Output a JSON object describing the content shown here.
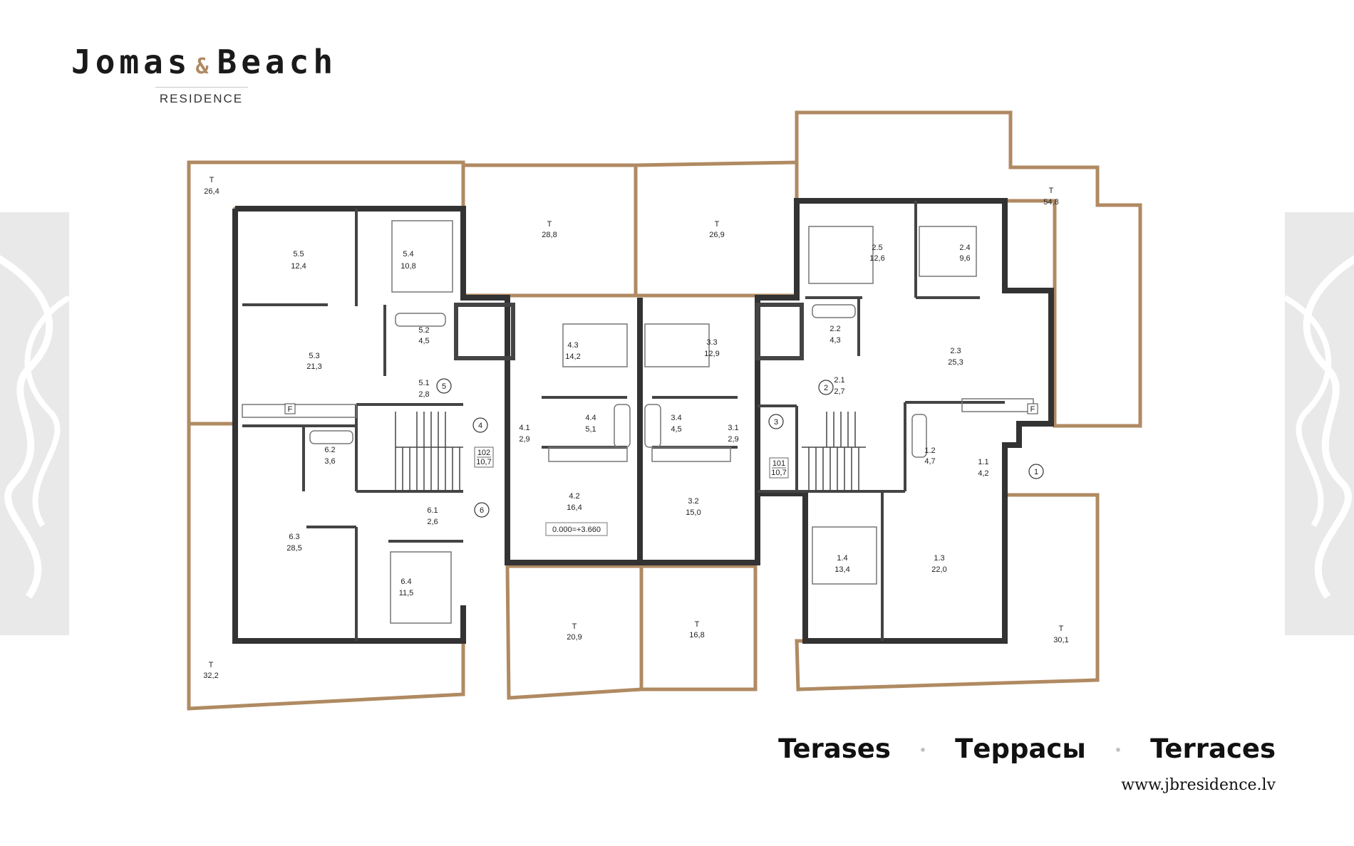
{
  "brand": {
    "name_left": "Jomas",
    "amp": "&",
    "name_right": "Beach",
    "sub": "RESIDENCE"
  },
  "colors": {
    "terrace_outline": "#b08a62",
    "wall": "#333333",
    "ornament": "#e9e9e9"
  },
  "terraces": [
    {
      "label": "T",
      "area": "26,4"
    },
    {
      "label": "T",
      "area": "28,8"
    },
    {
      "label": "T",
      "area": "26,9"
    },
    {
      "label": "T",
      "area": "54,8"
    },
    {
      "label": "T",
      "area": "32,2"
    },
    {
      "label": "T",
      "area": "20,9"
    },
    {
      "label": "T",
      "area": "16,8"
    },
    {
      "label": "T",
      "area": "30,1"
    }
  ],
  "rooms": [
    {
      "id": "5.5",
      "area": "12,4"
    },
    {
      "id": "5.4",
      "area": "10,8"
    },
    {
      "id": "5.3",
      "area": "21,3"
    },
    {
      "id": "5.2",
      "area": "4,5"
    },
    {
      "id": "5.1",
      "area": "2,8"
    },
    {
      "id": "6.2",
      "area": "3,6"
    },
    {
      "id": "6.1",
      "area": "2,6"
    },
    {
      "id": "6.3",
      "area": "28,5"
    },
    {
      "id": "6.4",
      "area": "11,5"
    },
    {
      "id": "4.3",
      "area": "14,2"
    },
    {
      "id": "4.4",
      "area": "5,1"
    },
    {
      "id": "4.1",
      "area": "2,9"
    },
    {
      "id": "4.2",
      "area": "16,4"
    },
    {
      "id": "3.3",
      "area": "12,9"
    },
    {
      "id": "3.4",
      "area": "4,5"
    },
    {
      "id": "3.1",
      "area": "2,9"
    },
    {
      "id": "3.2",
      "area": "15,0"
    },
    {
      "id": "2.5",
      "area": "12,6"
    },
    {
      "id": "2.4",
      "area": "9,6"
    },
    {
      "id": "2.2",
      "area": "4,3"
    },
    {
      "id": "2.1",
      "area": "2,7"
    },
    {
      "id": "2.3",
      "area": "25,3"
    },
    {
      "id": "1.2",
      "area": "4,7"
    },
    {
      "id": "1.1",
      "area": "4,2"
    },
    {
      "id": "1.4",
      "area": "13,4"
    },
    {
      "id": "1.3",
      "area": "22,0"
    }
  ],
  "stairs": [
    {
      "id": "102",
      "area": "10,7"
    },
    {
      "id": "101",
      "area": "10,7"
    }
  ],
  "apartment_numbers": [
    "1",
    "2",
    "3",
    "4",
    "5",
    "6"
  ],
  "level_mark": "0.000=+3.660",
  "fridge_mark": "F",
  "title": {
    "lv": "Terases",
    "ru": "Террасы",
    "en": "Terraces",
    "sep": "•"
  },
  "website": "www.jbresidence.lv"
}
